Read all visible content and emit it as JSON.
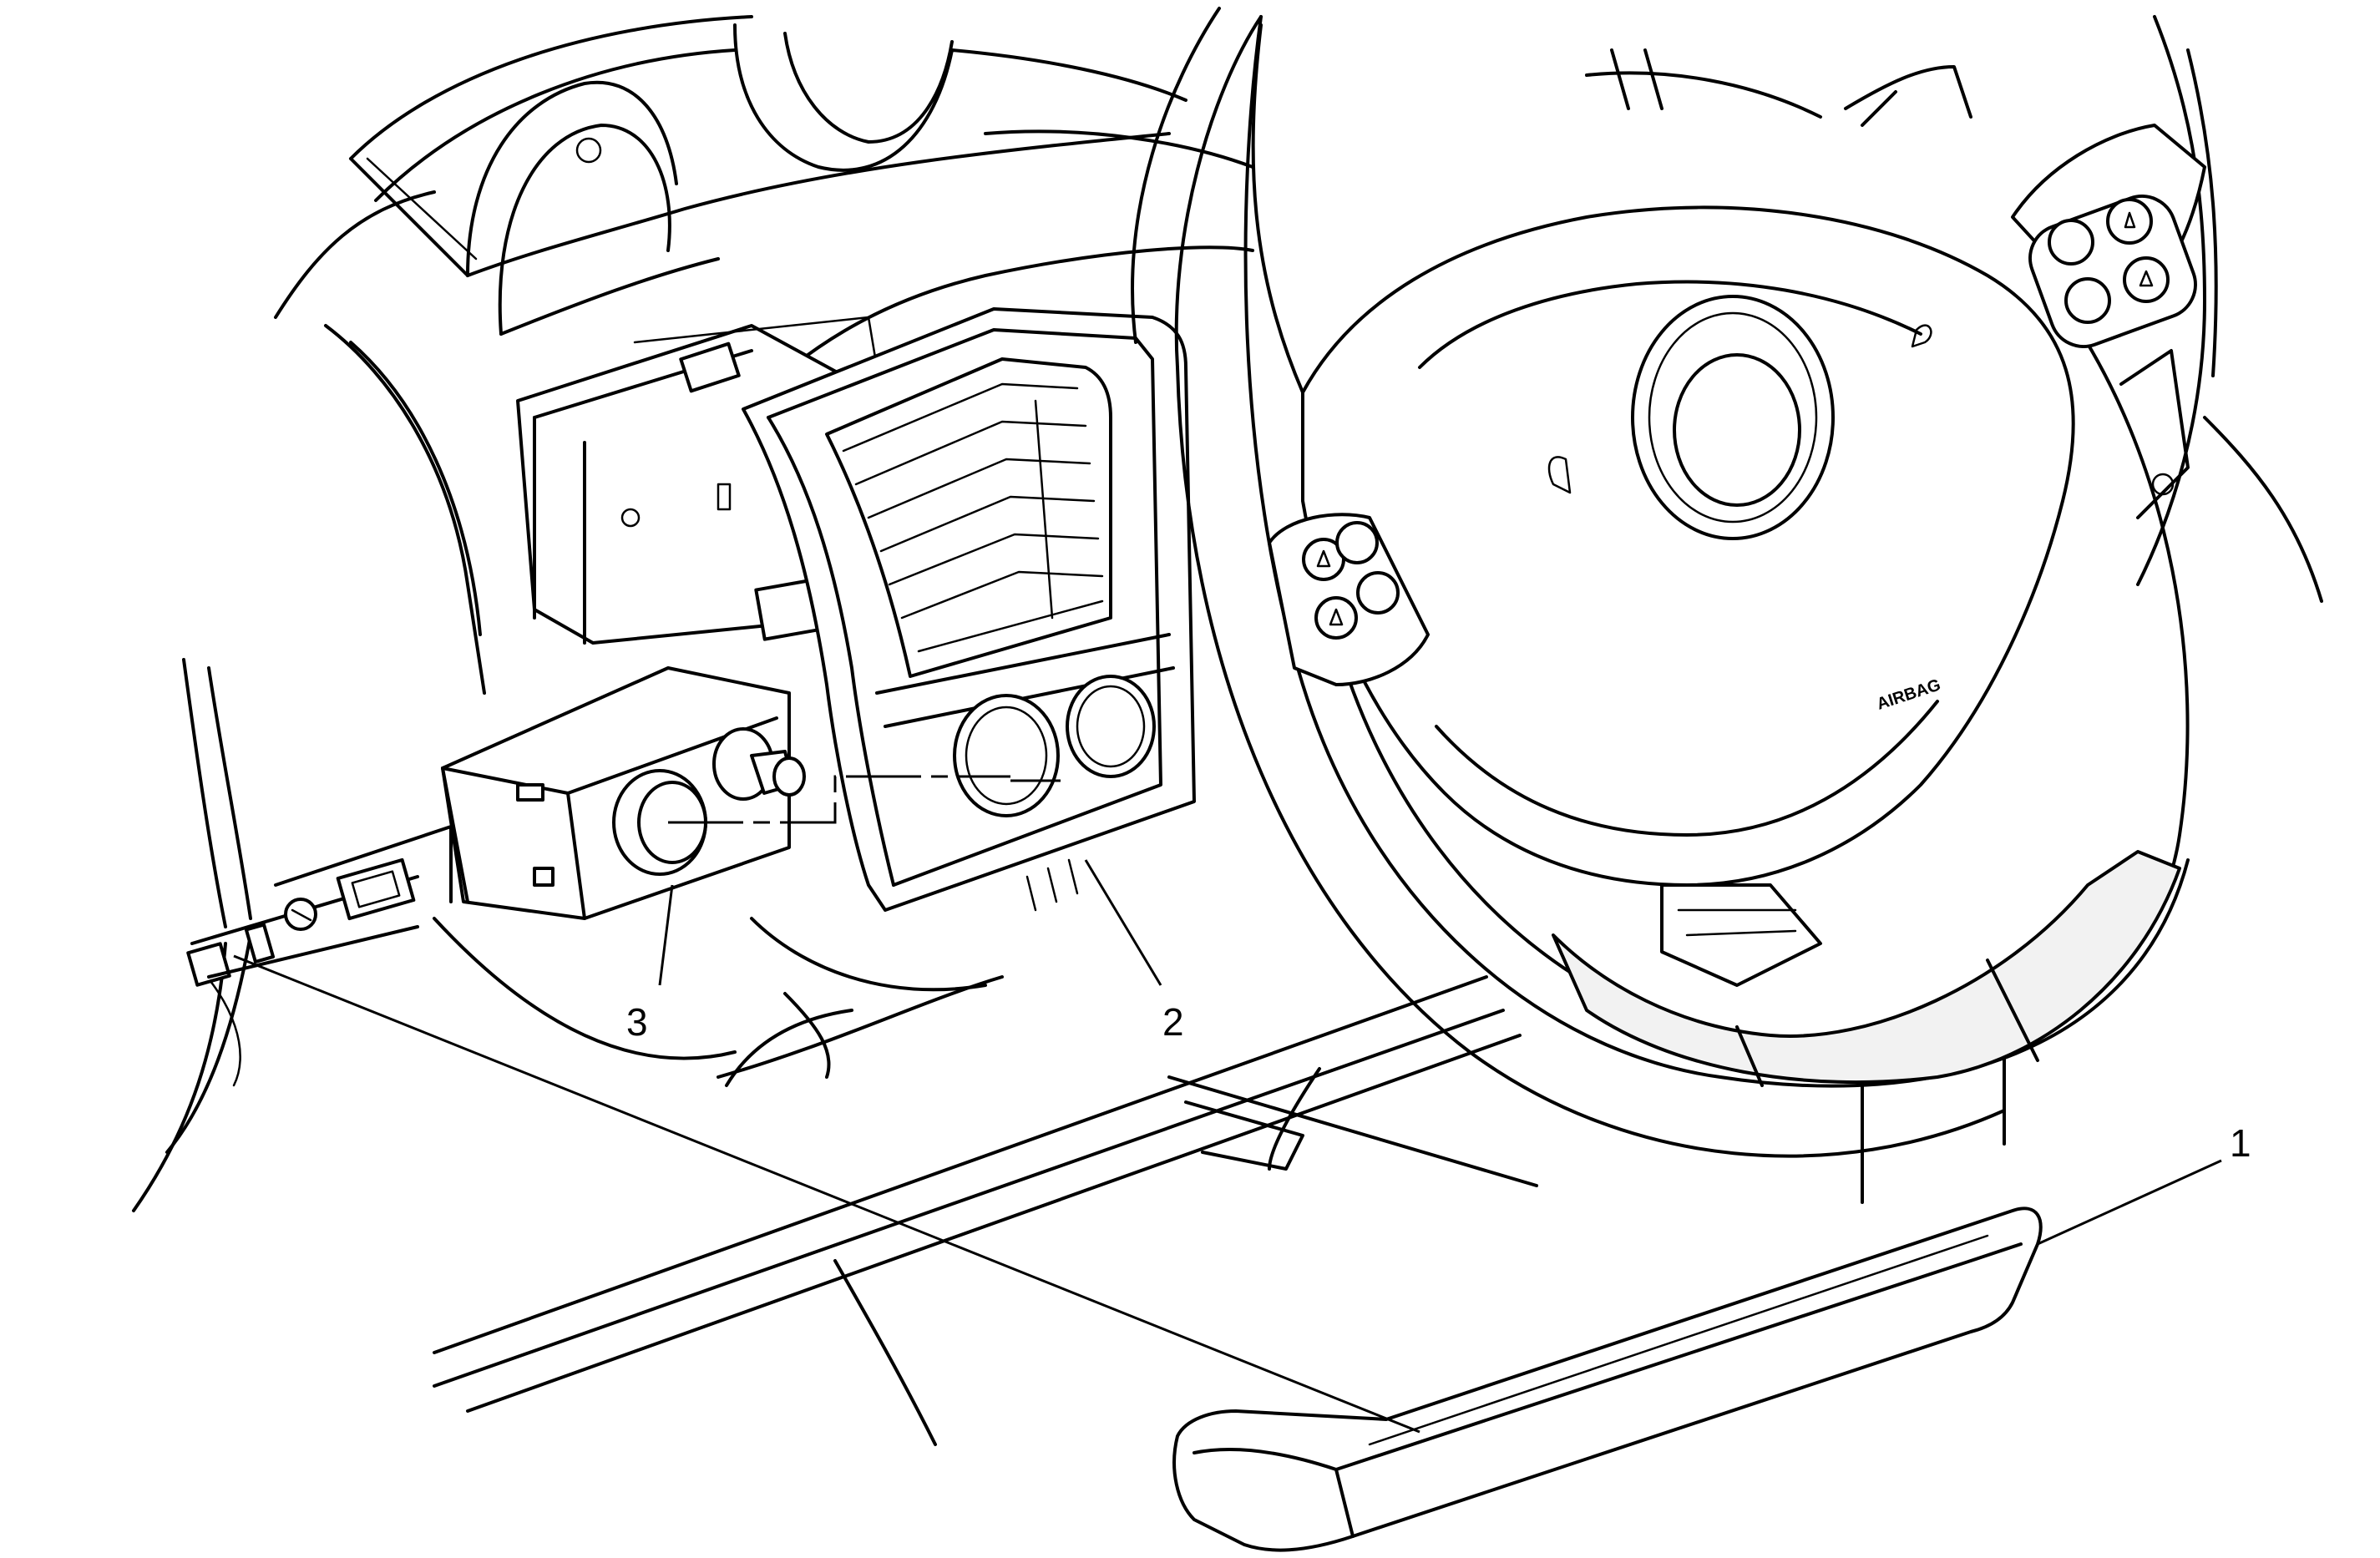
{
  "callouts": [
    {
      "id": "1",
      "label": "1"
    },
    {
      "id": "2",
      "label": "2"
    },
    {
      "id": "3",
      "label": "3"
    }
  ],
  "airbag_text": "AIRBAG",
  "colors": {
    "line": "#000000",
    "background": "#ffffff"
  }
}
